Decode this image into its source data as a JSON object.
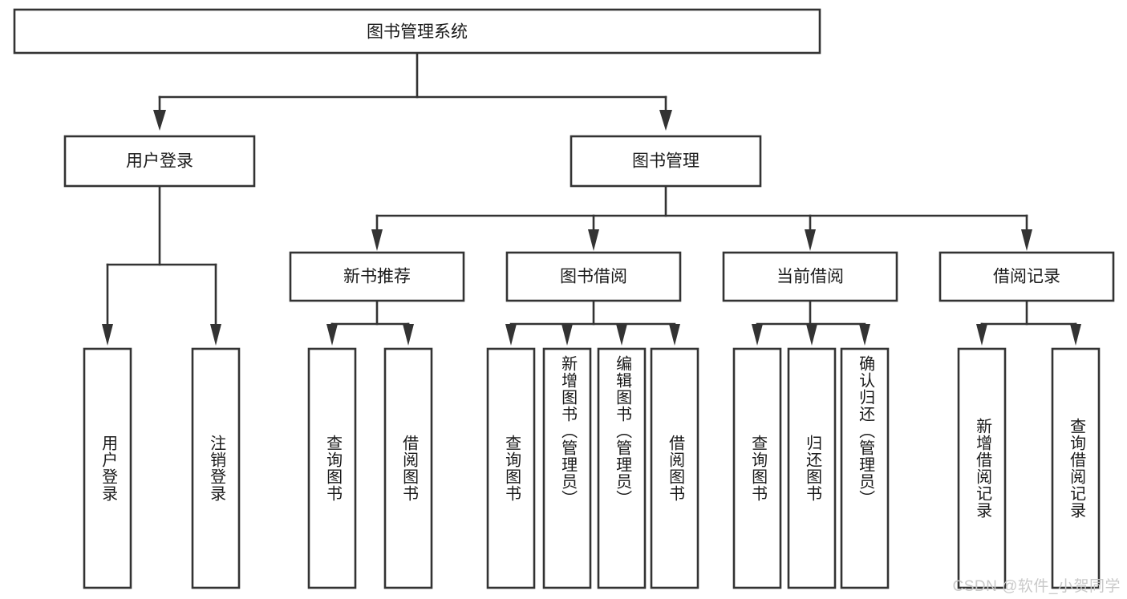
{
  "diagram": {
    "type": "hierarchy-tree",
    "title": "图书管理系统",
    "orientation": "top-down",
    "colors": {
      "box_stroke": "#333333",
      "box_fill": "#ffffff",
      "text": "#1a1a1a",
      "background": "#ffffff",
      "watermark": "#c9c9c9"
    },
    "levels": [
      {
        "level": 1,
        "nodes": [
          {
            "id": "root",
            "label": "图书管理系统",
            "orientation": "horizontal"
          }
        ]
      },
      {
        "level": 2,
        "nodes": [
          {
            "id": "login",
            "label": "用户登录",
            "orientation": "horizontal",
            "parent": "root"
          },
          {
            "id": "bookmgmt",
            "label": "图书管理",
            "orientation": "horizontal",
            "parent": "root"
          }
        ]
      },
      {
        "level": 3,
        "nodes": [
          {
            "id": "newbook",
            "label": "新书推荐",
            "orientation": "horizontal",
            "parent": "bookmgmt"
          },
          {
            "id": "borrow",
            "label": "图书借阅",
            "orientation": "horizontal",
            "parent": "bookmgmt"
          },
          {
            "id": "current",
            "label": "当前借阅",
            "orientation": "horizontal",
            "parent": "bookmgmt"
          },
          {
            "id": "records",
            "label": "借阅记录",
            "orientation": "horizontal",
            "parent": "bookmgmt"
          }
        ]
      },
      {
        "level": 4,
        "nodes": [
          {
            "id": "leaf-1",
            "label": "用户登录",
            "orientation": "vertical",
            "parent": "login"
          },
          {
            "id": "leaf-2",
            "label": "注销登录",
            "orientation": "vertical",
            "parent": "login"
          },
          {
            "id": "leaf-3",
            "label": "查询图书",
            "orientation": "vertical",
            "parent": "newbook"
          },
          {
            "id": "leaf-4",
            "label": "借阅图书",
            "orientation": "vertical",
            "parent": "newbook"
          },
          {
            "id": "leaf-5",
            "label": "查询图书",
            "orientation": "vertical",
            "parent": "borrow"
          },
          {
            "id": "leaf-6",
            "label": "新增图书（管理员）",
            "orientation": "vertical",
            "parent": "borrow"
          },
          {
            "id": "leaf-7",
            "label": "编辑图书（管理员）",
            "orientation": "vertical",
            "parent": "borrow"
          },
          {
            "id": "leaf-8",
            "label": "借阅图书",
            "orientation": "vertical",
            "parent": "borrow"
          },
          {
            "id": "leaf-9",
            "label": "查询图书",
            "orientation": "vertical",
            "parent": "current"
          },
          {
            "id": "leaf-10",
            "label": "归还图书",
            "orientation": "vertical",
            "parent": "current"
          },
          {
            "id": "leaf-11",
            "label": "确认归还（管理员）",
            "orientation": "vertical",
            "parent": "current"
          },
          {
            "id": "leaf-12",
            "label": "新增借阅记录",
            "orientation": "vertical",
            "parent": "records"
          },
          {
            "id": "leaf-13",
            "label": "查询借阅记录",
            "orientation": "vertical",
            "parent": "records"
          }
        ]
      }
    ],
    "watermark": "CSDN @软件_小贺同学"
  }
}
